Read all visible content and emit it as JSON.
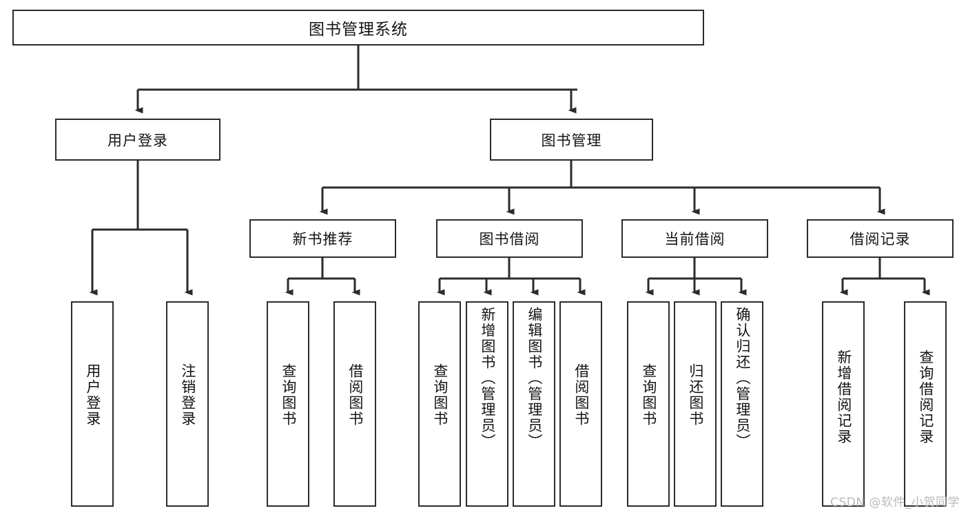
{
  "diagram": {
    "type": "tree-hierarchy",
    "title": "图书管理系统",
    "root": {
      "label": "图书管理系统"
    },
    "level1": [
      {
        "id": "user-login",
        "label": "用户登录"
      },
      {
        "id": "book-management",
        "label": "图书管理"
      }
    ],
    "level2": [
      {
        "id": "new-book-recommend",
        "label": "新书推荐",
        "parent": "book-management"
      },
      {
        "id": "book-borrow",
        "label": "图书借阅",
        "parent": "book-management"
      },
      {
        "id": "current-borrow",
        "label": "当前借阅",
        "parent": "book-management"
      },
      {
        "id": "borrow-record",
        "label": "借阅记录",
        "parent": "book-management"
      }
    ],
    "leaves": {
      "user-login": [
        {
          "id": "leaf-user-login",
          "label": "用户登录"
        },
        {
          "id": "leaf-logout-login",
          "label": "注销登录"
        }
      ],
      "new-book-recommend": [
        {
          "id": "leaf-query-book-1",
          "label": "查询图书"
        },
        {
          "id": "leaf-borrow-book-1",
          "label": "借阅图书"
        }
      ],
      "book-borrow": [
        {
          "id": "leaf-query-book-2",
          "label": "查询图书"
        },
        {
          "id": "leaf-add-book",
          "label": "新增图书（管理员）"
        },
        {
          "id": "leaf-edit-book",
          "label": "编辑图书（管理员）"
        },
        {
          "id": "leaf-borrow-book-2",
          "label": "借阅图书"
        }
      ],
      "current-borrow": [
        {
          "id": "leaf-query-book-3",
          "label": "查询图书"
        },
        {
          "id": "leaf-return-book",
          "label": "归还图书"
        },
        {
          "id": "leaf-confirm-return",
          "label": "确认归还（管理员）"
        }
      ],
      "borrow-record": [
        {
          "id": "leaf-add-record",
          "label": "新增借阅记录"
        },
        {
          "id": "leaf-query-record",
          "label": "查询借阅记录"
        }
      ]
    },
    "watermark": "CSDN @软件_小贺同学",
    "colors": {
      "stroke": "#2b2b2b",
      "fill": "#ffffff",
      "text": "#141414",
      "watermark": "#b9b9b9"
    }
  }
}
